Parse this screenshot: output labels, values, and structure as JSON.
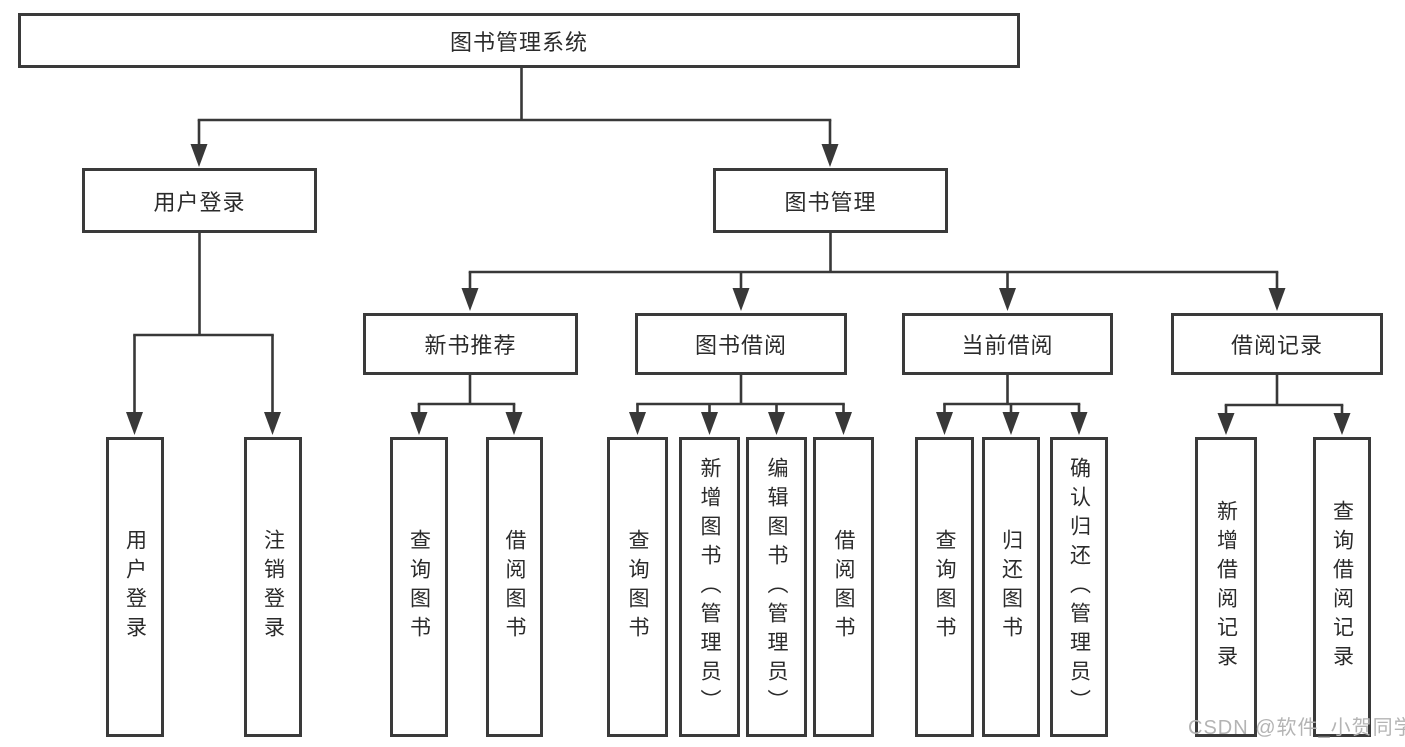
{
  "colors": {
    "line": "#383838",
    "border": "#3a3a3a",
    "text": "#2b2b2b",
    "watermark": "#b4b4b4",
    "background": "#ffffff"
  },
  "watermark": {
    "text": "CSDN @软件_小贺同学"
  },
  "tree": {
    "root": {
      "label": "图书管理系统",
      "children": [
        {
          "label": "用户登录",
          "children": [
            {
              "label": "用户登录"
            },
            {
              "label": "注销登录"
            }
          ]
        },
        {
          "label": "图书管理",
          "children": [
            {
              "label": "新书推荐",
              "children": [
                {
                  "label": "查询图书"
                },
                {
                  "label": "借阅图书"
                }
              ]
            },
            {
              "label": "图书借阅",
              "children": [
                {
                  "label": "查询图书"
                },
                {
                  "label": "新增图书（管理员）"
                },
                {
                  "label": "编辑图书（管理员）"
                },
                {
                  "label": "借阅图书"
                }
              ]
            },
            {
              "label": "当前借阅",
              "children": [
                {
                  "label": "查询图书"
                },
                {
                  "label": "归还图书"
                },
                {
                  "label": "确认归还（管理员）"
                }
              ]
            },
            {
              "label": "借阅记录",
              "children": [
                {
                  "label": "新增借阅记录"
                },
                {
                  "label": "查询借阅记录"
                }
              ]
            }
          ]
        }
      ]
    }
  }
}
